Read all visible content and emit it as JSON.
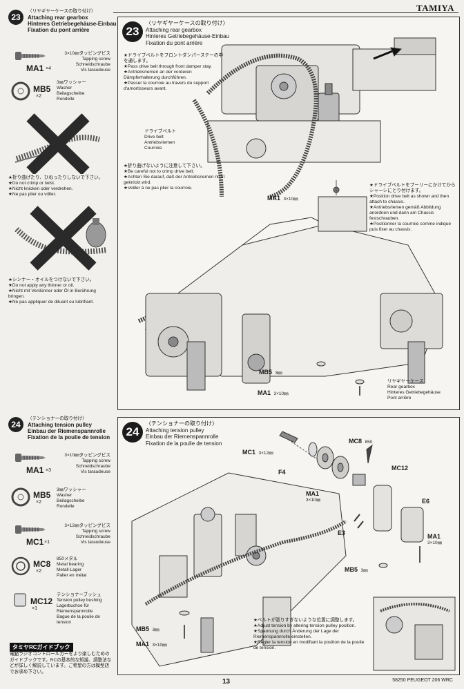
{
  "header": {
    "brand": "TAMIYA"
  },
  "step23": {
    "number": "23",
    "title_jp": "〈リヤギヤーケースの取り付け〉",
    "title_en": "Attaching rear gearbox",
    "title_de": "Hinteres Getriebegehäuse-Einbau",
    "title_fr": "Fixation du pont arrière",
    "parts": [
      {
        "code": "MA1",
        "mult": "×4",
        "jp": "3×10㎜タッピングビス",
        "en": "Tapping screw",
        "de": "Schneidschraube",
        "fr": "Vis taraudeuse"
      },
      {
        "code": "MB5",
        "mult": "×2",
        "jp": "3㎜ワッシャー",
        "en": "Washer",
        "de": "Beilagscheibe",
        "fr": "Rondelle"
      }
    ],
    "note1": {
      "jp": "★折り曲げたり、ひねったりしないで下さい。",
      "en": "★Do not crimp or twist.",
      "de": "★Nicht knicken oder verdrehen.",
      "fr": "★Ne pas plier ou vriller."
    },
    "note2": {
      "jp": "★シンナー・オイルをつけないで下さい。",
      "en": "★Do not apply any thinner or oil.",
      "de": "★Nicht mit Verdünner oder Öl in Berührung bringen.",
      "fr": "★Ne pas appliquer de diluant ou lubrifiant."
    }
  },
  "panel23": {
    "number": "23",
    "title_jp": "〈リヤギヤーケースの取り付け〉",
    "title_en": "Attaching rear gearbox",
    "title_de": "Hinteres Getriebegehäuse-Einbau",
    "title_fr": "Fixation du pont arrière",
    "note_belt_jp": "★ドライブベルトをフロントダンパーステーの中を通します。",
    "note_belt_en": "★Pass drive belt through front damper stay.",
    "note_belt_de": "★Antriebsriemen an der vorderen Dämpferhalterung durchführen.",
    "note_belt_fr": "★Passer la courroie au travers du support d'amortisseurs avant.",
    "belt_label": {
      "jp": "ドライブベルト",
      "en": "Drive belt",
      "de": "Antriebsriemen",
      "fr": "Courroie"
    },
    "note_crimp_jp": "★折り曲げないように注意して下さい。",
    "note_crimp_en": "★Be careful not to crimp drive belt.",
    "note_crimp_de": "★Achten Sie darauf, daß der Antriebsriemen nicht geknickt wird.",
    "note_crimp_fr": "★Veiller à ne pas plier la courroie.",
    "note_pulley_jp": "★ドライブベルトをプーリーにかけてからシャーシにとり付けます。",
    "note_pulley_en": "★Position drive belt as shown and then attach to chassis.",
    "note_pulley_de": "★Antriebsriemen gemäß Abbildung anordnen und dann am Chassis festschrauben.",
    "note_pulley_fr": "★Positionner la courroie comme indiqué puis fixer au chassis.",
    "label_ma1": "MA1",
    "label_ma1_size": "3×10㎜",
    "label_mb5": "MB5",
    "label_mb5_size": "3㎜",
    "label_ma1b": "MA1",
    "label_ma1b_size": "3×10㎜",
    "gearbox_label": {
      "jp": "リヤギヤーケース",
      "en": "Rear gearbox",
      "de": "Hinteres Getriebegehäuse",
      "fr": "Pont arrière"
    }
  },
  "step24": {
    "number": "24",
    "title_jp": "〈テンショナーの取り付け〉",
    "title_en": "Attaching tension pulley",
    "title_de": "Einbau der Riemenspannrolle",
    "title_fr": "Fixation de la poulie de tension",
    "parts": [
      {
        "code": "MA1",
        "mult": "×3",
        "jp": "3×10㎜タッピングビス",
        "en": "Tapping screw",
        "de": "Schneidschraube",
        "fr": "Vis taraudeuse"
      },
      {
        "code": "MB5",
        "mult": "×2",
        "jp": "3㎜ワッシャー",
        "en": "Washer",
        "de": "Beilagscheibe",
        "fr": "Rondelle"
      },
      {
        "code": "MC1",
        "mult": "×1",
        "jp": "3×12㎜タッピングビス",
        "en": "Tapping screw",
        "de": "Schneidschraube",
        "fr": "Vis taraudeuse"
      },
      {
        "code": "MC8",
        "mult": "×2",
        "jp": "850メタル",
        "en": "Metal bearing",
        "de": "Metall-Lager",
        "fr": "Palier en métal"
      },
      {
        "code": "MC12",
        "mult": "×1",
        "jp": "テンショナーブッシュ",
        "en": "Tension pulley bushing",
        "de": "Lagerbuchse für Riemenspannrolle",
        "fr": "Bague de la poulie de tension"
      }
    ],
    "guide_title": "タミヤRCガイドブック",
    "guide_text": "電動ラジオコントロールカーをより楽しむためのガイドブックです。RCの基本的な知識、調整法などが詳しく解説しています。ご希望の方は模型店でお求め下さい。"
  },
  "panel24": {
    "number": "24",
    "title_jp": "〈テンショナーの取り付け〉",
    "title_en": "Attaching tension pulley",
    "title_de": "Einbau der Riemenspannrolle",
    "title_fr": "Fixation de la poulie de tension",
    "label_mc1": "MC1",
    "label_mc1_size": "3×12㎜",
    "label_mc8": "MC8",
    "label_mc8_num": "850",
    "label_f4": "F4",
    "label_mc12": "MC12",
    "label_ma1": "MA1",
    "label_ma1_size": "3×10㎜",
    "label_e6": "E6",
    "label_e3": "E3",
    "label_ma1r": "MA1",
    "label_ma1r_size": "3×10㎜",
    "label_mb5": "MB5",
    "label_mb5_size": "3㎜",
    "label_mb5b": "MB5",
    "label_mb5b_size": "3㎜",
    "label_ma1b": "MA1",
    "label_ma1b_size": "3×10㎜",
    "note_jp": "★ベルトが張りすぎないような位置に調整します。",
    "note_en": "★Adjust tension by altering tension pulley position.",
    "note_de": "★Spannung durch Änderung der Lage der Riemenspannrolle einstellen.",
    "note_fr": "★Régler la tension en modifiant la position de la poulie de tension."
  },
  "footer": {
    "page": "13",
    "model": "58250 PEUGEOT 206 WRC"
  }
}
